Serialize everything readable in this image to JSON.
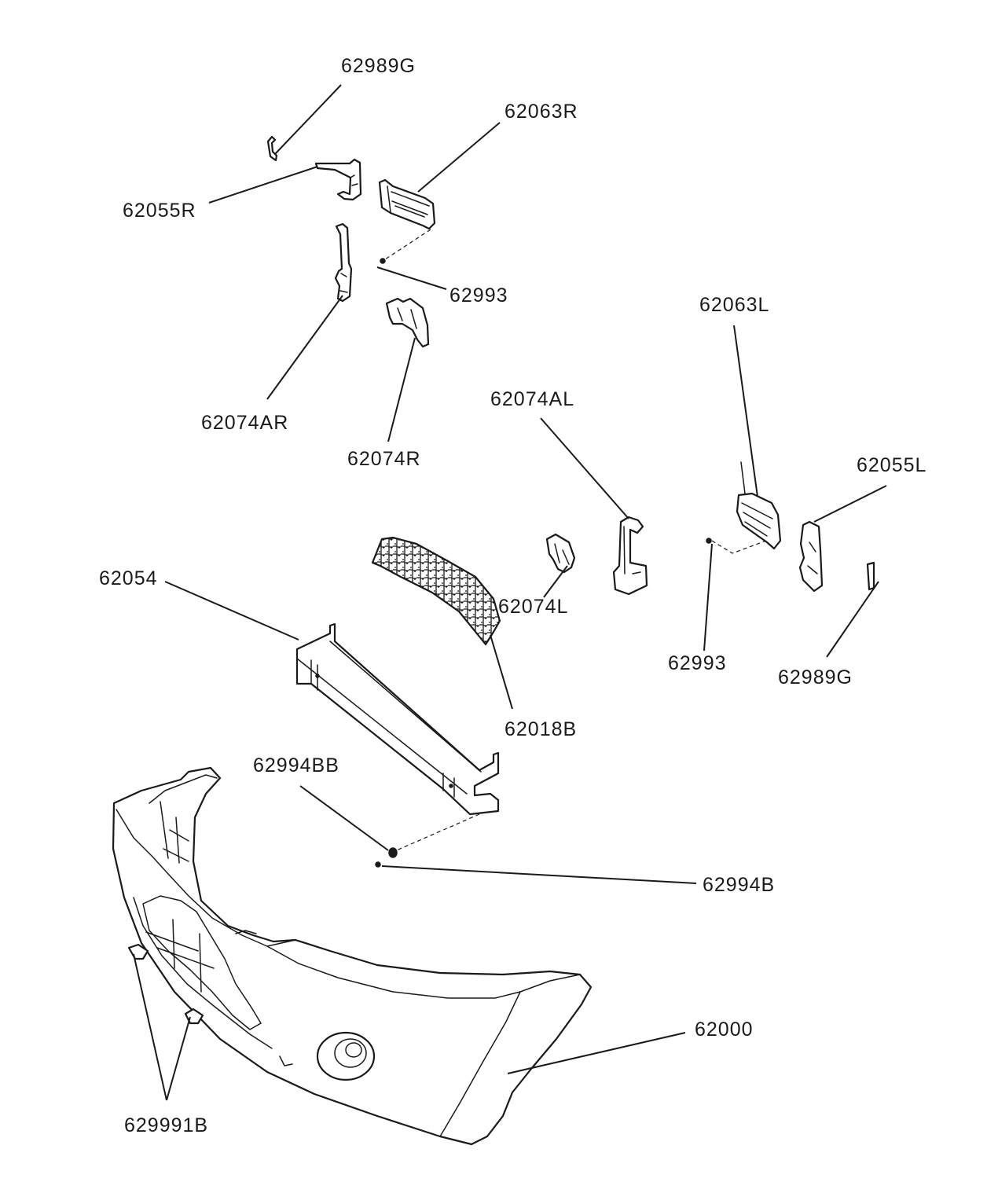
{
  "labels": {
    "p62989g_top": "62989G",
    "p62063r": "62063R",
    "p62055r": "62055R",
    "p62993_top": "62993",
    "p62074ar": "62074AR",
    "p62074r": "62074R",
    "p62063l": "62063L",
    "p62074al": "62074AL",
    "p62055l": "62055L",
    "p62054": "62054",
    "p62074l": "62074L",
    "p62993_bottom": "62993",
    "p62989g_bottom": "62989G",
    "p62018b": "62018B",
    "p62994bb": "62994BB",
    "p62994b": "62994B",
    "p62000": "62000",
    "p629991b": "629991B"
  }
}
